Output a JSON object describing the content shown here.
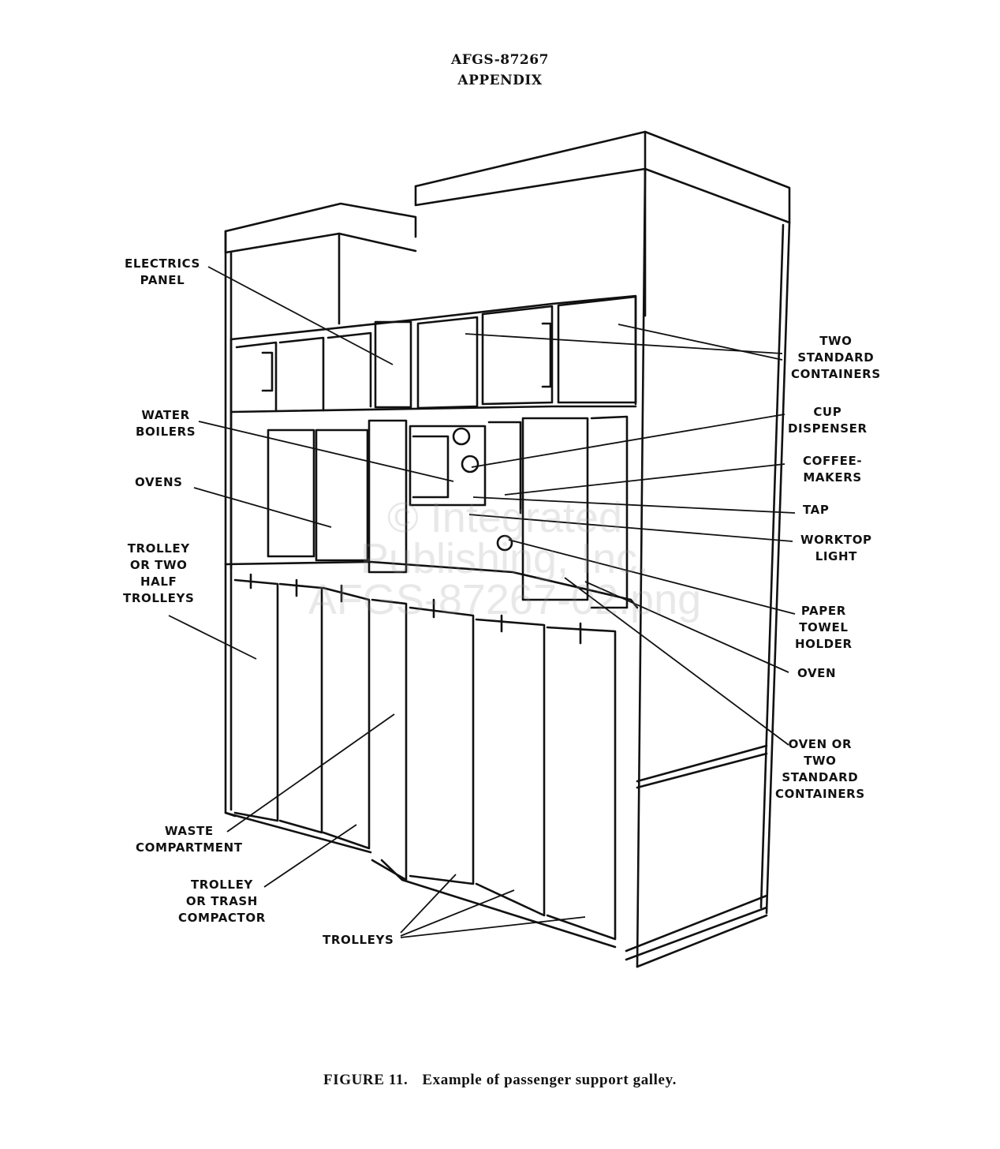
{
  "header": {
    "doc_id": "AFGS-87267",
    "section": "APPENDIX"
  },
  "caption": {
    "figure": "FIGURE 11.",
    "text": "Example of passenger support galley."
  },
  "labels": {
    "electrics_panel": [
      "ELECTRICS",
      "PANEL"
    ],
    "water_boilers": [
      "WATER",
      "BOILERS"
    ],
    "ovens": [
      "OVENS"
    ],
    "trolley_half": [
      "TROLLEY",
      "OR TWO",
      "HALF",
      "TROLLEYS"
    ],
    "waste_compartment": [
      "WASTE",
      "COMPARTMENT"
    ],
    "trolley_trash": [
      "TROLLEY",
      "OR TRASH",
      "COMPACTOR"
    ],
    "trolleys": [
      "TROLLEYS"
    ],
    "two_standard_containers": [
      "TWO",
      "STANDARD",
      "CONTAINERS"
    ],
    "cup_dispenser": [
      "CUP",
      "DISPENSER"
    ],
    "coffee_makers": [
      "COFFEE-",
      "MAKERS"
    ],
    "tap": [
      "TAP"
    ],
    "worktop_light": [
      "WORKTOP",
      "LIGHT"
    ],
    "paper_towel_holder": [
      "PAPER",
      "TOWEL",
      "HOLDER"
    ],
    "oven": [
      "OVEN"
    ],
    "oven_or_two": [
      "OVEN OR",
      "TWO",
      "STANDARD",
      "CONTAINERS"
    ]
  },
  "watermark": [
    "© Integrated",
    "Publishing, Inc.",
    "AFGS-87267-02.png"
  ]
}
